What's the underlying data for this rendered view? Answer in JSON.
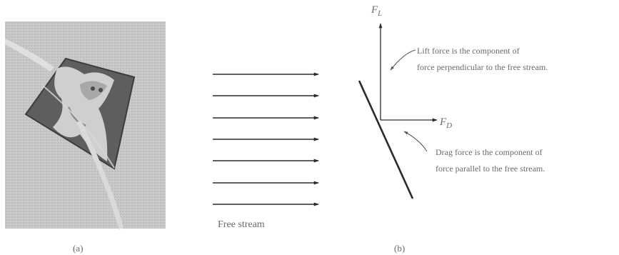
{
  "figure": {
    "panel_a": {
      "caption": "(a)",
      "photo": {
        "subject": "kite-photo"
      }
    },
    "panel_b": {
      "caption": "(b)",
      "flow_label": "Free stream",
      "lift_symbol": "F",
      "lift_subscript": "L",
      "drag_symbol": "F",
      "drag_subscript": "D",
      "lift_note_line1": "Lift force is the component of",
      "lift_note_line2": "force perpendicular to the free stream.",
      "drag_note_line1": "Drag force is the component of",
      "drag_note_line2": "force parallel to the free stream."
    }
  },
  "colors": {
    "ink": "#2a2a2a",
    "text": "#6a6a6a",
    "photo_bg": "#c4c4c4",
    "kite_body": "#5e5e5e"
  }
}
